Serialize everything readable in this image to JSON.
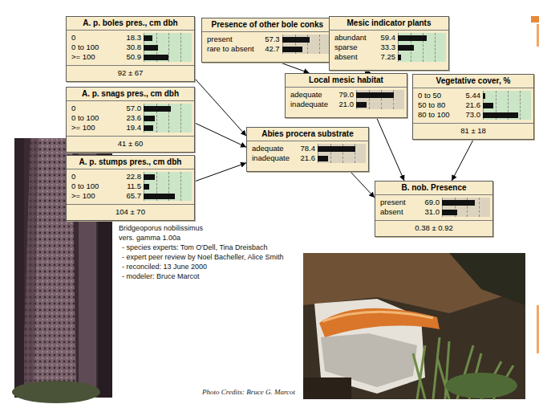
{
  "diagram": {
    "nodes": [
      {
        "text": [
          "A. p. boles pres., cm dbh",
          "0",
          "18.3",
          "0 to 100",
          "30.8",
          ">= 100",
          "50.9",
          "92 ± 67"
        ]
      },
      {
        "text": [
          "Presence of other bole conks",
          "present",
          "57.3",
          "rare to absent",
          "42.7"
        ]
      },
      {
        "text": [
          "Mesic indicator plants",
          "abundant",
          "59.4",
          "sparse",
          "33.3",
          "absent",
          "7.25"
        ]
      },
      {
        "text": [
          "A. p. snags pres., cm dbh",
          "0",
          "57.0",
          "0 to 100",
          "23.6",
          ">= 100",
          "19.4",
          "41 ± 60"
        ]
      },
      {
        "text": [
          "Local mesic habitat",
          "adequate",
          "79.0",
          "inadequate",
          "21.0"
        ]
      },
      {
        "text": [
          "Vegetative cover, %",
          "0 to 50",
          "5.44",
          "50 to 80",
          "21.6",
          "80 to 100",
          "73.0",
          "81 ± 18"
        ]
      },
      {
        "text": [
          "Abies procera substrate",
          "adequate",
          "78.4",
          "inadequate",
          "21.6"
        ]
      },
      {
        "text": [
          "A. p. stumps pres., cm dbh",
          "0",
          "22.8",
          "0 to 100",
          "11.5",
          ">= 100",
          "65.7",
          "104 ± 70"
        ]
      },
      {
        "text": [
          "B. nob. Presence",
          "present",
          "69.0",
          "absent",
          "31.0",
          "0.38 ± 0.92"
        ]
      }
    ],
    "edges": [
      {
        "from": 0,
        "to": 6,
        "arrow": "to"
      },
      {
        "from": 3,
        "to": 6,
        "arrow": "to"
      },
      {
        "from": 7,
        "to": 6,
        "arrow": "to"
      },
      {
        "from": 1,
        "to": 4,
        "arrow": "to"
      },
      {
        "from": 2,
        "to": 4,
        "arrow": "to"
      },
      {
        "from": 4,
        "to": 8,
        "arrow": "to"
      },
      {
        "from": 6,
        "to": 8,
        "arrow": "to"
      },
      {
        "from": 5,
        "to": 8,
        "arrow": "to"
      }
    ],
    "labels": [
      "Bridgeoporus nobilissimus",
      "vers. gamma 1.00a",
      "- species experts: Tom O'Dell, Tina Dreisbach",
      "- expert peer review by Noel Bacheller, Alice Smith",
      "- reconciled: 13 June 2000",
      "- modeler: Bruce Marcot",
      "Photo Credits: Bruce G. Marcot"
    ]
  }
}
